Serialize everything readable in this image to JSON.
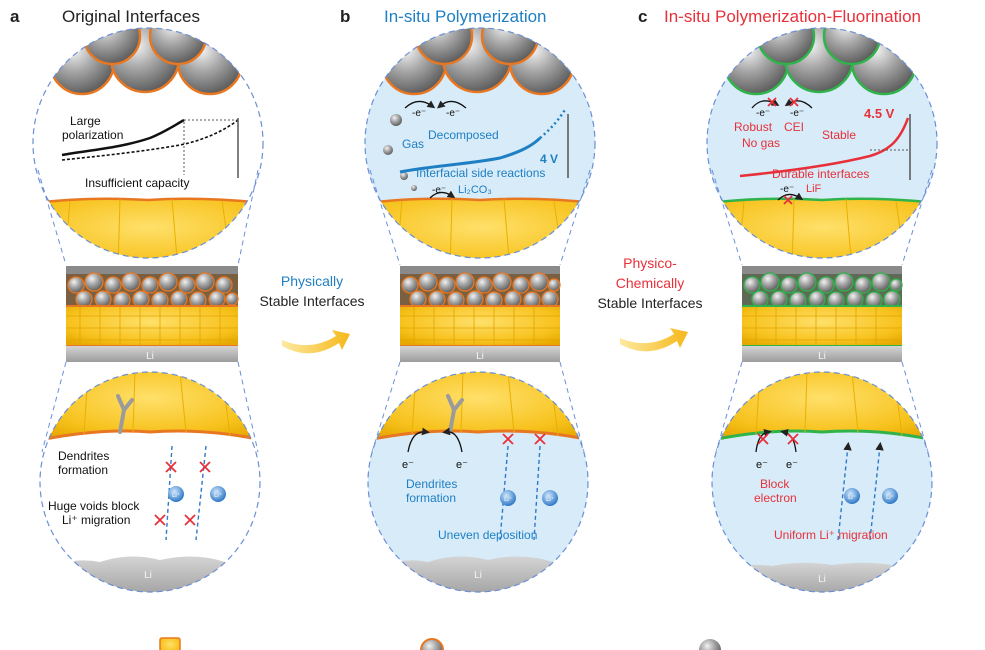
{
  "panels": [
    {
      "letter": "a",
      "title": "Original Interfaces",
      "title_color": "#222222",
      "zoom_top": {
        "label_1": "Large",
        "label_2": "polarization",
        "label_3": "Insufficient  capacity"
      },
      "zoom_bottom": {
        "label_1": "Dendrites",
        "label_2": "formation",
        "label_3": "Huge voids block",
        "label_4": "Li⁺ migration",
        "li_label": "Li"
      },
      "stack_li": "Li"
    },
    {
      "letter": "b",
      "title": "In-situ Polymerization",
      "title_color": "#1e7fc4",
      "zoom_top": {
        "e1": "-e⁻",
        "e2": "-e⁻",
        "gas": "Gas",
        "decomposed": "Decomposed",
        "voltage": "4 V",
        "side": "Interfacial  side reactions",
        "e3": "-e⁻",
        "li2co3": "Li₂CO₃"
      },
      "zoom_bottom": {
        "e1": "e⁻",
        "e2": "e⁻",
        "label_1": "Dendrites",
        "label_2": "formation",
        "label_3": "Uneven  deposition",
        "li_label": "Li"
      },
      "stack_li": "Li"
    },
    {
      "letter": "c",
      "title": "In-situ Polymerization-Fluorination",
      "title_color": "#e8303a",
      "zoom_top": {
        "e1": "-e⁻",
        "e2": "-e⁻",
        "robust": "Robust",
        "cei": "CEI",
        "nogas": "No gas",
        "stable": "Stable",
        "voltage": "4.5 V",
        "durable": "Durable interfaces",
        "e3": "-e⁻",
        "lif": "LiF"
      },
      "zoom_bottom": {
        "e1": "e⁻",
        "e2": "e⁻",
        "label_1": "Block",
        "label_2": "electron",
        "label_3": "Uniform  Li⁺ migration",
        "li_label": "Li"
      },
      "stack_li": "Li"
    }
  ],
  "arrow_1": {
    "line_1": "Physically",
    "line_2": "Stable Interfaces",
    "line_1_color": "#1e7fc4"
  },
  "arrow_2": {
    "line_1": "Physico-",
    "line_2": "Chemically",
    "line_3": "Stable Interfaces",
    "line_1_color": "#e8303a"
  },
  "li_ion": "Li⁺",
  "legend": {
    "item_1": "",
    "item_2": "",
    "item_3": ""
  },
  "colors": {
    "blue_text": "#1e7fc4",
    "red_text": "#e8303a",
    "electrolyte": "#f6c21c",
    "cathode_rim_a": "#e87722",
    "cathode_rim_c": "#2fb34a",
    "zoom_bg_b": "#d7ebf8",
    "zoom_bg_c": "#d7ebf8"
  }
}
